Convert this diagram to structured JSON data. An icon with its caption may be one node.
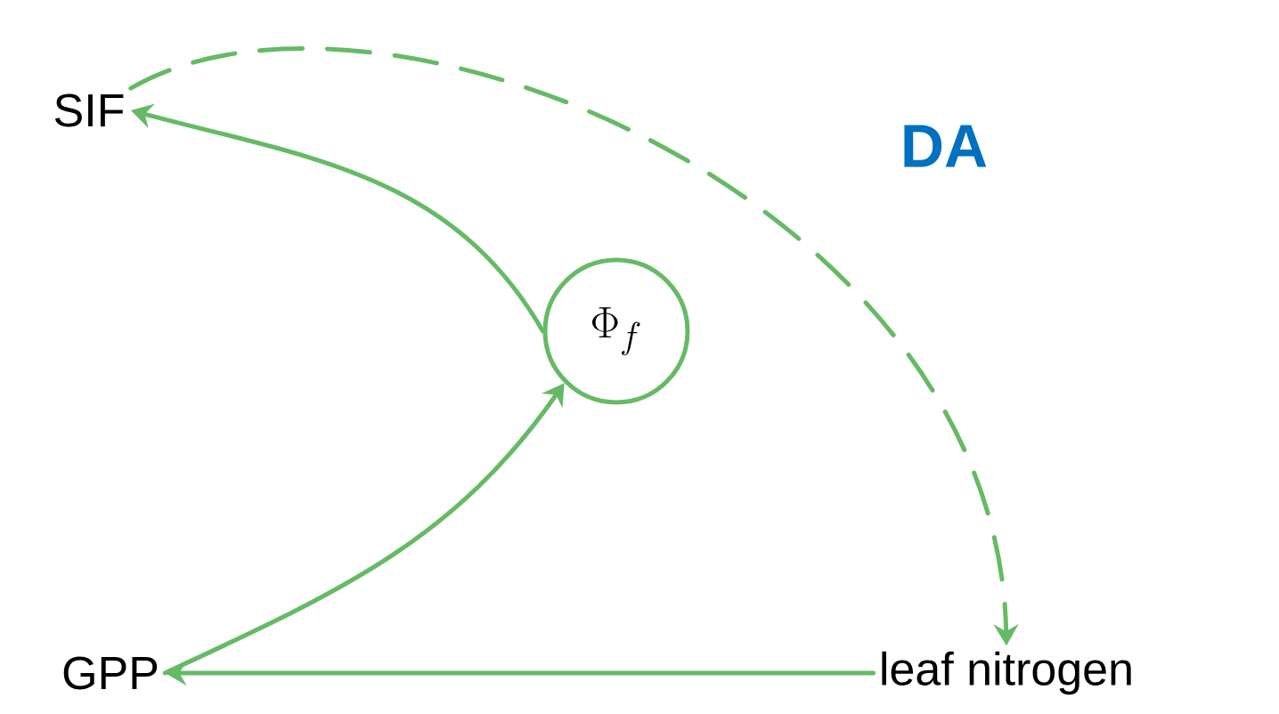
{
  "diagram": {
    "nodes": [
      {
        "text": [
          "SIF"
        ]
      },
      {
        "text": [
          "\\Phi_{f}"
        ]
      },
      {
        "text": [
          "GPP"
        ]
      },
      {
        "text": [
          "leaf nitrogen"
        ]
      }
    ],
    "edges": [
      {
        "from": 1,
        "to": 0,
        "arrow": "to"
      },
      {
        "from": 2,
        "to": 1,
        "arrow": "to"
      },
      {
        "from": 3,
        "to": 2,
        "arrow": "to"
      },
      {
        "from": 0,
        "to": 3,
        "arrow": "to",
        "style": "dashed"
      }
    ],
    "labels": [
      "DA"
    ]
  }
}
